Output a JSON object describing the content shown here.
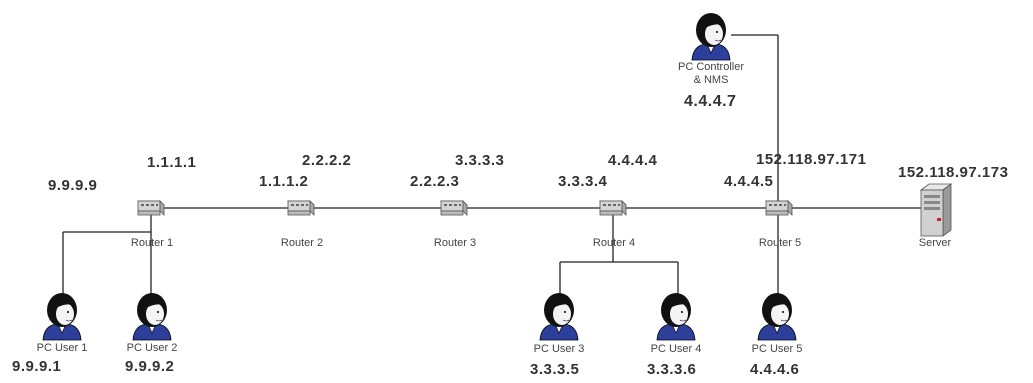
{
  "diagram": {
    "routers": [
      {
        "label": "Router 1"
      },
      {
        "label": "Router 2"
      },
      {
        "label": "Router 3"
      },
      {
        "label": "Router 4"
      },
      {
        "label": "Router 5"
      }
    ],
    "server": {
      "label": "Server",
      "ip": "152.118.97.173"
    },
    "pcs": [
      {
        "label": "PC User 1",
        "ip": "9.9.9.1"
      },
      {
        "label": "PC User 2",
        "ip": "9.9.9.2"
      },
      {
        "label": "PC User 3",
        "ip": "3.3.3.5"
      },
      {
        "label": "PC User 4",
        "ip": "3.3.3.6"
      },
      {
        "label": "PC User 5",
        "ip": "4.4.4.6"
      },
      {
        "label_line1": "PC Controller",
        "label_line2": "& NMS",
        "ip": "4.4.4.7"
      }
    ],
    "router_ips": {
      "r1_lan": "9.9.9.9",
      "r1_wan": "1.1.1.1",
      "r2_left": "1.1.1.2",
      "r2_right": "2.2.2.2",
      "r3_left": "2.2.2.3",
      "r3_right": "3.3.3.3",
      "r4_left": "3.3.3.4",
      "r4_right": "4.4.4.4",
      "r5_left": "4.4.4.5",
      "r5_right": "152.118.97.171"
    },
    "colors": {
      "line": "#222222",
      "router_body": "#d4d4d4",
      "pc_face": "#f4f4f4",
      "pc_hair": "#111111",
      "pc_shirt": "#2b3f9b",
      "server_accent": "#cc2222"
    }
  }
}
